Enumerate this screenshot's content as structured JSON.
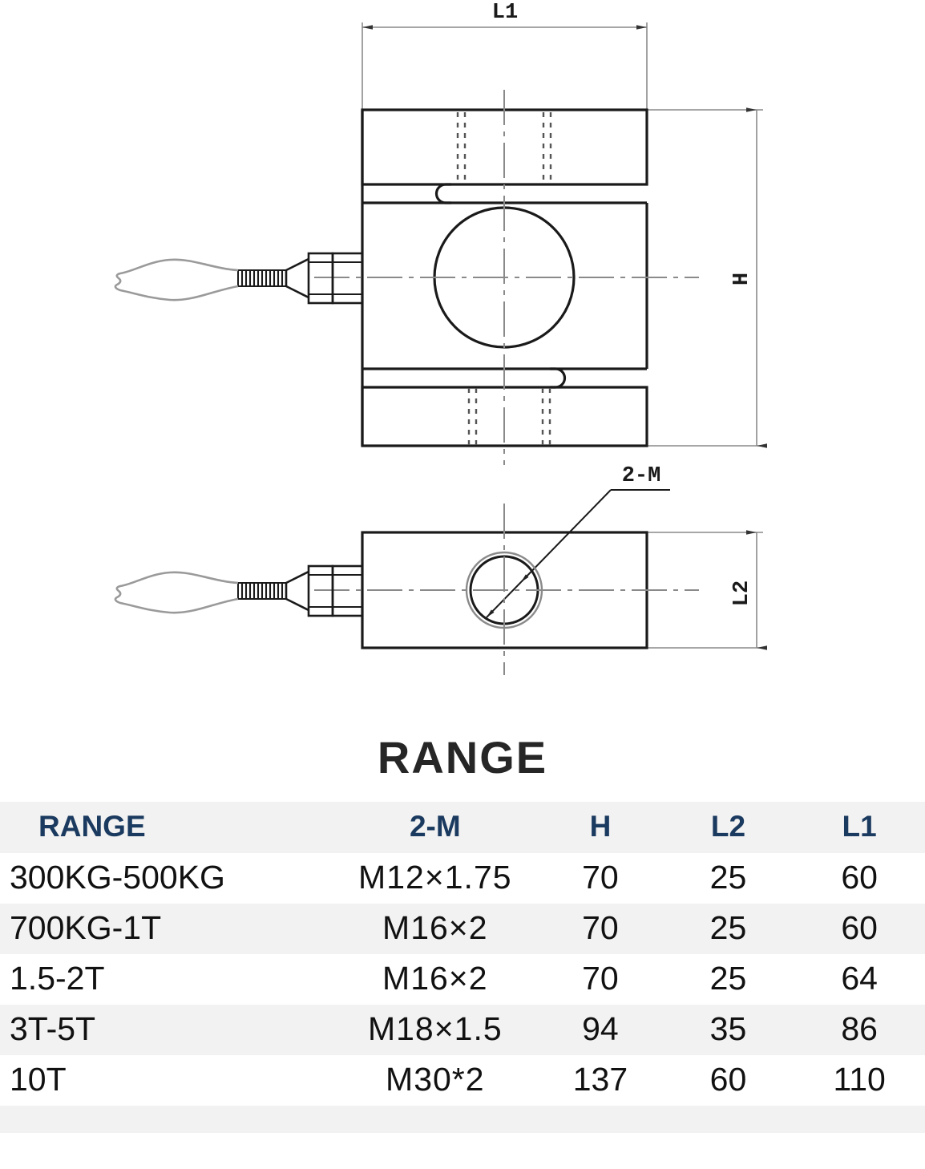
{
  "drawing": {
    "dimension_labels": {
      "l1": "L1",
      "h": "H",
      "l2": "L2",
      "two_m": "2-M"
    },
    "views": [
      {
        "name": "front-view",
        "description": "S-type load cell front elevation with central bore, two relief slots and cable gland"
      },
      {
        "name": "side-view",
        "description": "Side elevation showing 2-M threaded mounting hole"
      }
    ]
  },
  "title": {
    "text": "RANGE"
  },
  "table": {
    "headers": [
      "RANGE",
      "2-M",
      "H",
      "L2",
      "L1"
    ],
    "rows": [
      {
        "range": "300KG-500KG",
        "thread": "M12×1.75",
        "h": "70",
        "l2": "25",
        "l1": "60"
      },
      {
        "range": "700KG-1T",
        "thread": "M16×2",
        "h": "70",
        "l2": "25",
        "l1": "60"
      },
      {
        "range": "1.5-2T",
        "thread": "M16×2",
        "h": "70",
        "l2": "25",
        "l1": "64"
      },
      {
        "range": "3T-5T",
        "thread": "M18×1.5",
        "h": "94",
        "l2": "35",
        "l1": "86"
      },
      {
        "range": "10T",
        "thread": "M30*2",
        "h": "137",
        "l2": "60",
        "l1": "110"
      }
    ]
  },
  "colors": {
    "header_text": "#1b3a5f",
    "stripe": "#f2f2f2",
    "body_text": "#111111",
    "line": "#1a1a1a"
  }
}
